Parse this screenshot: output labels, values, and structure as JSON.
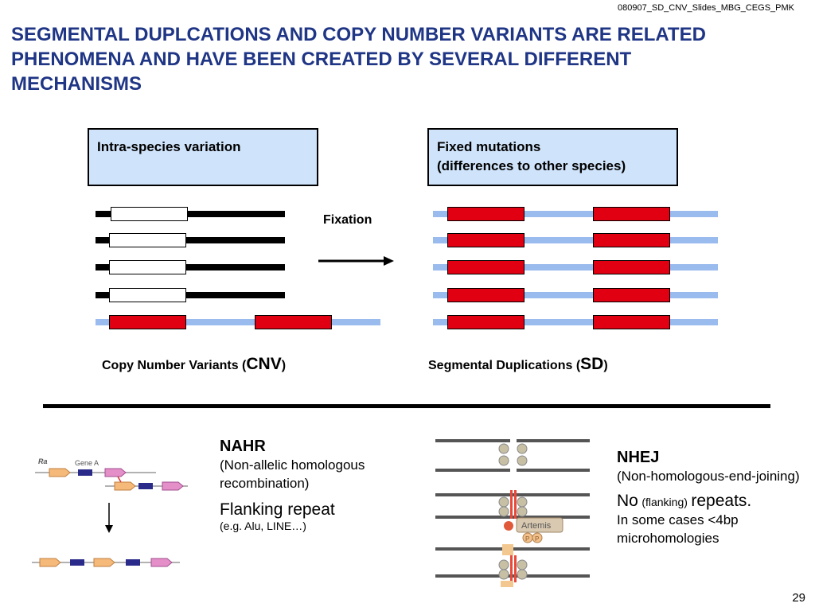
{
  "slide_id": "080907_SD_CNV_Slides_MBG_CEGS_PMK",
  "title": "SEGMENTAL DUPLCATIONS AND COPY NUMBER VARIANTS ARE RELATED PHENOMENA AND HAVE BEEN CREATED BY SEVERAL DIFFERENT MECHANISMS",
  "left_box": "Intra-species variation",
  "right_box_line1": "Fixed mutations",
  "right_box_line2": "(differences to other species)",
  "fixation_label": "Fixation",
  "cnv_caption": {
    "prefix": "Copy Number Variants (",
    "abbr": "CNV",
    "suffix": ")"
  },
  "sd_caption": {
    "prefix": "Segmental Duplications (",
    "abbr": "SD",
    "suffix": ")"
  },
  "nahr": {
    "heading": "NAHR",
    "desc": "(Non-allelic homologous recombination)",
    "flank": "Flanking repeat",
    "eg": "(e.g. Alu, LINE…)",
    "fig_gene_label": "Gene A",
    "fig_tag": "Ra"
  },
  "nhej": {
    "heading": "NHEJ",
    "desc": "(Non-homologous-end-joining)",
    "no": "No",
    "flanking": "(flanking)",
    "repeats": "repeats.",
    "note": "In some cases <4bp microhomologies",
    "fig_artemis": "Artemis",
    "fig_p": "P"
  },
  "page_number": "29"
}
